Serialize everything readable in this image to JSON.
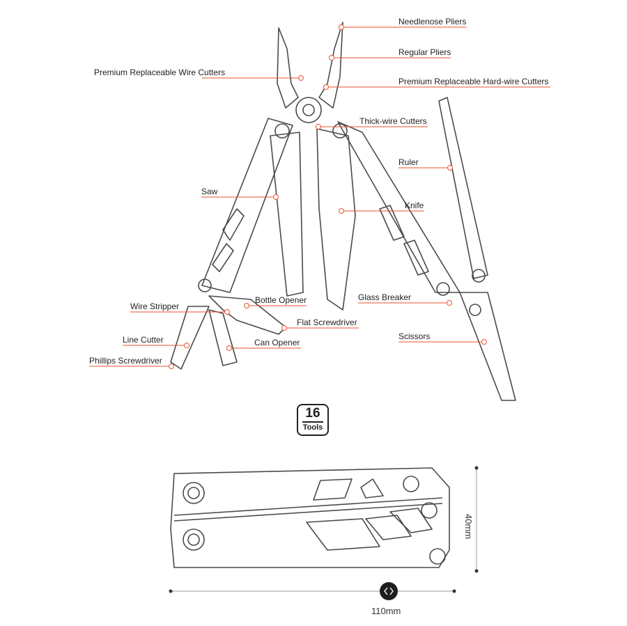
{
  "accent_color": "#e8532b",
  "labels": {
    "needlenose": "Needlenose Pliers",
    "regular": "Regular Pliers",
    "hardwire": "Premium Replaceable Hard-wire Cutters",
    "wirecutters": "Premium Replaceable Wire Cutters",
    "thickwire": "Thick-wire Cutters",
    "ruler": "Ruler",
    "saw": "Saw",
    "knife": "Knife",
    "bottle": "Bottle Opener",
    "stripper": "Wire Stripper",
    "glass": "Glass Breaker",
    "flat": "Flat Screwdriver",
    "scissors": "Scissors",
    "linecutter": "Line Cutter",
    "canopener": "Can Opener",
    "phillips": "Phillips Screwdriver"
  },
  "badge": {
    "count": "16",
    "unit": "Tools"
  },
  "dimensions": {
    "height": "40mm",
    "width": "110mm",
    "toggle_icon": "code-brackets-icon"
  }
}
